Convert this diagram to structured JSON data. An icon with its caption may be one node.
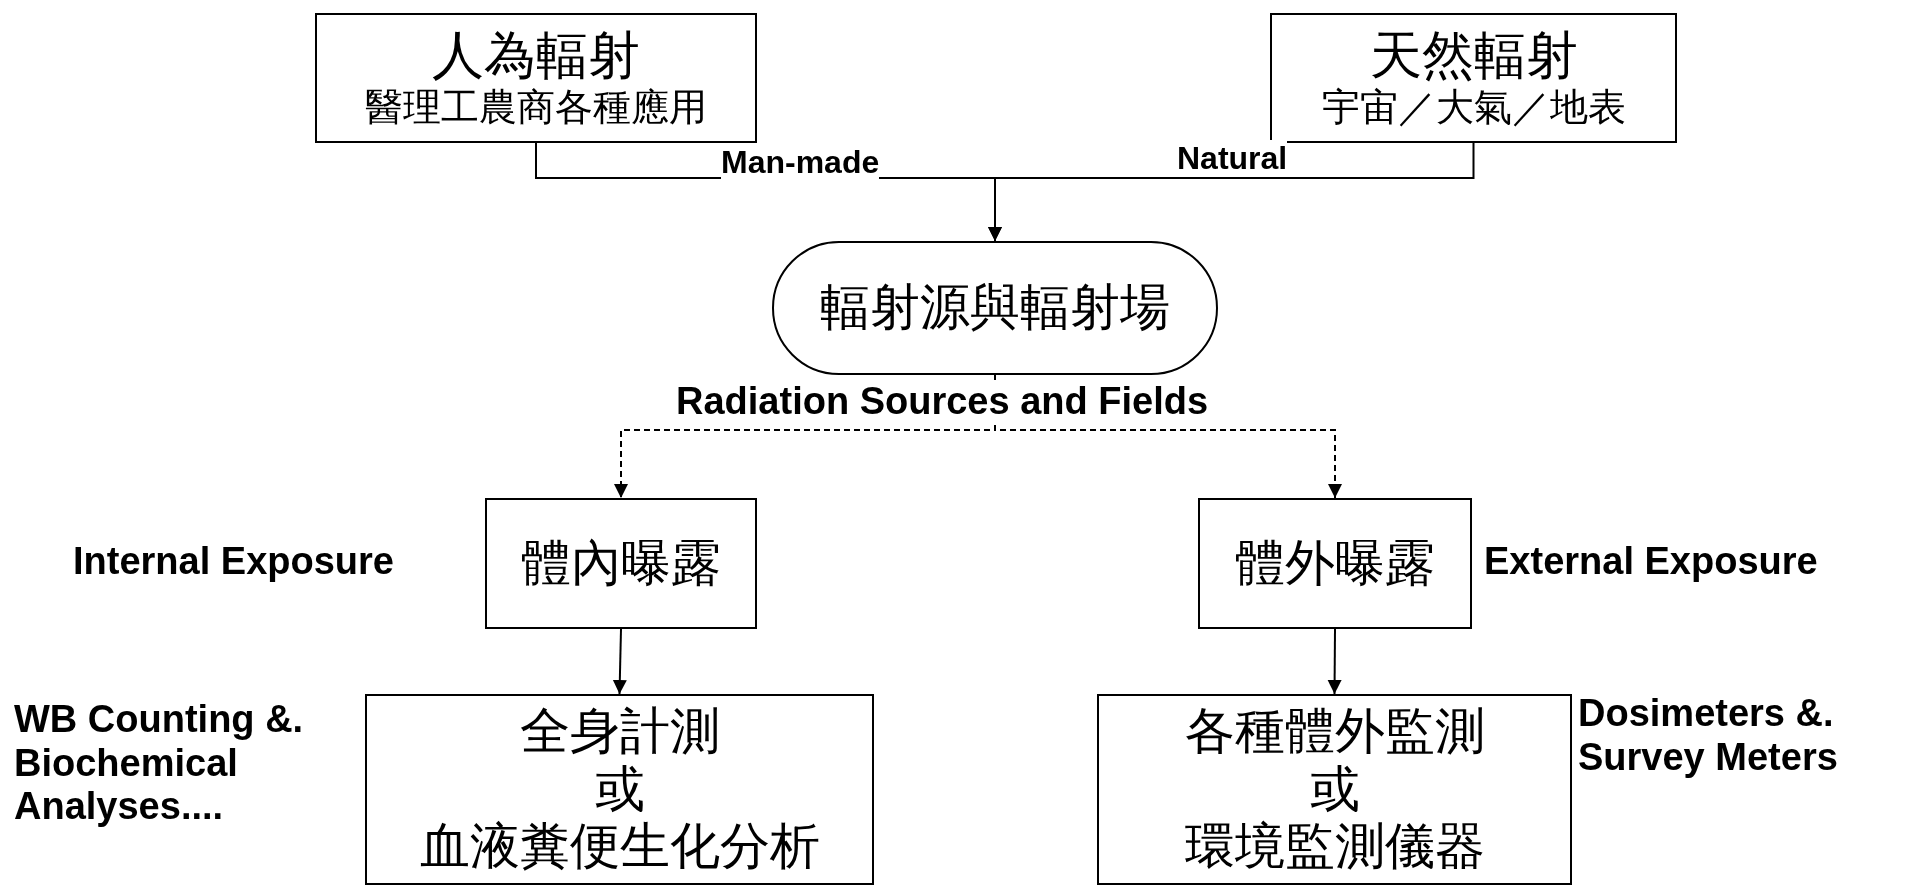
{
  "diagram": {
    "nodes": [
      {
        "text": [
          "人為輻射",
          "醫理工農商各種應用"
        ]
      },
      {
        "text": [
          "天然輻射",
          "宇宙／大氣／地表"
        ]
      },
      {
        "text": [
          "輻射源與輻射場"
        ],
        "beside": [
          "Radiation Sources and Fields"
        ]
      },
      {
        "text": [
          "體內曝露"
        ],
        "beside": [
          "Internal Exposure"
        ]
      },
      {
        "text": [
          "體外曝露"
        ],
        "beside": [
          "External Exposure"
        ]
      },
      {
        "text": [
          "全身計測",
          "或",
          "血液糞便生化分析"
        ],
        "beside": [
          "WB Counting &. Biochemical Analyses...."
        ]
      },
      {
        "text": [
          "各種體外監測",
          "或",
          "環境監測儀器"
        ],
        "beside": [
          "Dosimeters &. Survey Meters"
        ]
      }
    ],
    "edges": [
      {
        "from": 0,
        "to": 2,
        "arrow": "to",
        "label": "Man-made"
      },
      {
        "from": 1,
        "to": 2,
        "arrow": "to",
        "label": "Natural"
      },
      {
        "from": 2,
        "to": 3,
        "arrow": "to",
        "style": "dashed"
      },
      {
        "from": 2,
        "to": 4,
        "arrow": "to",
        "style": "dashed"
      },
      {
        "from": 3,
        "to": 5,
        "arrow": "to"
      },
      {
        "from": 4,
        "to": 6,
        "arrow": "to"
      }
    ]
  }
}
